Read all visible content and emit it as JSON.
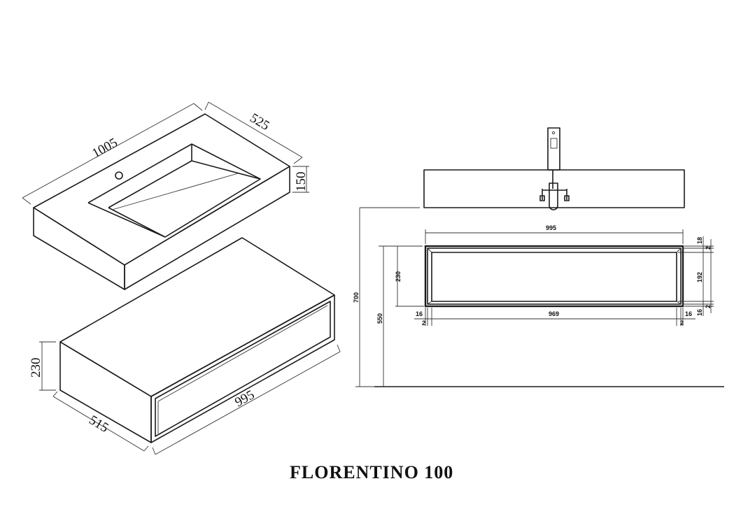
{
  "title": "FLORENTINO 100",
  "isometric": {
    "basin_length": "1005",
    "basin_depth": "525",
    "basin_height": "150",
    "cabinet_height": "230",
    "cabinet_depth": "515",
    "cabinet_length": "995"
  },
  "elevation": {
    "total_height": "700",
    "floor_height": "550",
    "cabinet_height": "230",
    "cabinet_width": "995",
    "inner_width": "969",
    "inner_height": "192",
    "top_frame": "18",
    "top_gap": "2",
    "bottom_frame": "16",
    "bottom_gap": "2",
    "left_frame": "16",
    "left_gap": "2",
    "right_frame": "16",
    "right_gap": "2"
  }
}
